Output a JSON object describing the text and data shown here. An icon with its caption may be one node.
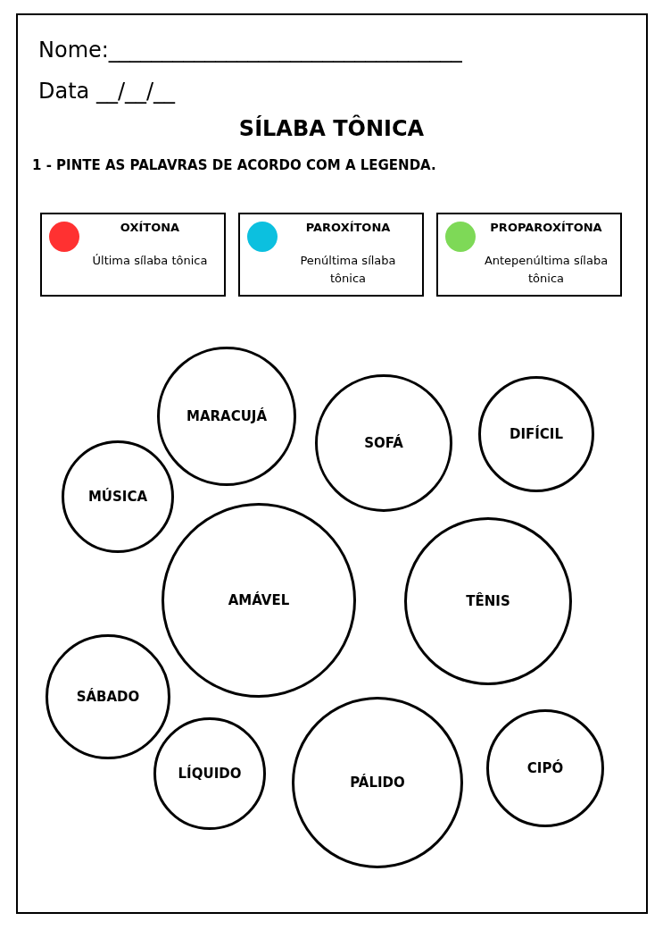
{
  "diagram": {
    "title": "SÍLABA TÔNICA",
    "nodes": [
      {
        "text": [
          "MARACUJÁ"
        ]
      },
      {
        "text": [
          "SOFÁ"
        ]
      },
      {
        "text": [
          "DIFÍCIL"
        ]
      },
      {
        "text": [
          "MÚSICA"
        ]
      },
      {
        "text": [
          "AMÁVEL"
        ]
      },
      {
        "text": [
          "TÊNIS"
        ]
      },
      {
        "text": [
          "SÁBADO"
        ]
      },
      {
        "text": [
          "LÍQUIDO"
        ]
      },
      {
        "text": [
          "PÁLIDO"
        ]
      },
      {
        "text": [
          "CIPÓ"
        ]
      }
    ],
    "labels": [
      "Nome:_________________________________",
      "Data __/__/__",
      "1 - PINTE AS PALAVRAS DE ACORDO COM A LEGENDA.",
      "Última sílaba tônica",
      "Penúltima sílaba tônica",
      "Antepenúltima sílaba tônica"
    ],
    "legend": [
      {
        "text": "OXÍTONA",
        "color": "#ff3131"
      },
      {
        "text": "PAROXÍTONA",
        "color": "#0cc0df"
      },
      {
        "text": "PROPAROXÍTONA",
        "color": "#7ed957"
      }
    ]
  }
}
